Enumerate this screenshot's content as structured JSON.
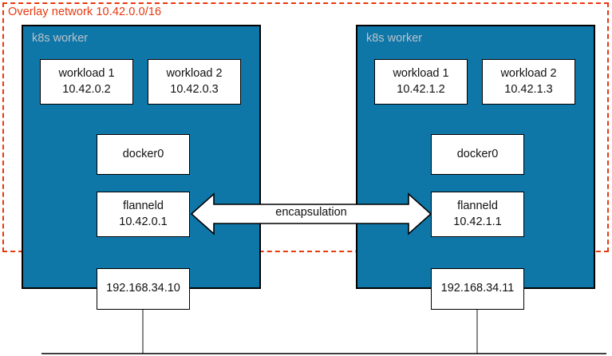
{
  "diagram": {
    "title": "Overlay network 10.42.0.0/16",
    "accent_red": "#e8380d",
    "worker_blue": "#0f76a8",
    "worker_label_color": "#b9c3c9",
    "box_border": "#000000",
    "encapsulation_label": "encapsulation",
    "workers": [
      {
        "name": "k8s worker",
        "workloads": [
          {
            "name": "workload 1",
            "ip": "10.42.0.2"
          },
          {
            "name": "workload 2",
            "ip": "10.42.0.3"
          }
        ],
        "bridge": {
          "name": "docker0"
        },
        "agent": {
          "name": "flanneld",
          "ip": "10.42.0.1"
        },
        "host_ip": "192.168.34.10"
      },
      {
        "name": "k8s worker",
        "workloads": [
          {
            "name": "workload 1",
            "ip": "10.42.1.2"
          },
          {
            "name": "workload 2",
            "ip": "10.42.1.3"
          }
        ],
        "bridge": {
          "name": "docker0"
        },
        "agent": {
          "name": "flanneld",
          "ip": "10.42.1.1"
        },
        "host_ip": "192.168.34.11"
      }
    ]
  }
}
